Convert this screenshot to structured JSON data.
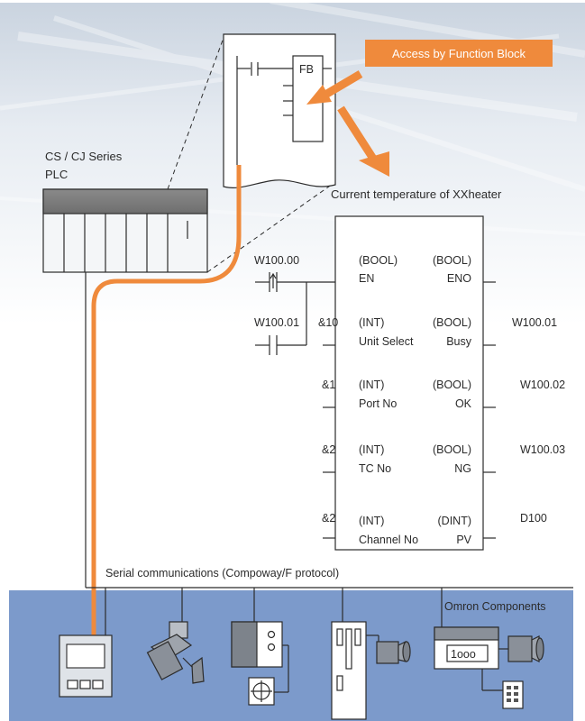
{
  "colors": {
    "accent": "#ef8a3c",
    "band": "#7c9acb",
    "panel": "#dfe3e8"
  },
  "callout": {
    "label": "Access by Function Block"
  },
  "plc": {
    "title_line1": "CS / CJ Series",
    "title_line2": "PLC",
    "fb_label": "FB"
  },
  "fb_block": {
    "title": "Current temperature of XXheater",
    "left_pins": [
      {
        "type": "(BOOL)",
        "name": "EN",
        "input": "W100.00"
      },
      {
        "type": "(INT)",
        "name": "Unit Select",
        "input": "&10"
      },
      {
        "type": "(INT)",
        "name": "Port No",
        "input": "&1"
      },
      {
        "type": "(INT)",
        "name": "TC No",
        "input": "&2"
      },
      {
        "type": "(INT)",
        "name": "Channel No",
        "input": "&2"
      }
    ],
    "right_pins": [
      {
        "type": "(BOOL)",
        "name": "ENO",
        "output": ""
      },
      {
        "type": "(BOOL)",
        "name": "Busy",
        "output": "W100.01"
      },
      {
        "type": "(BOOL)",
        "name": "OK",
        "output": "W100.02"
      },
      {
        "type": "(BOOL)",
        "name": "NG",
        "output": "W100.03"
      },
      {
        "type": "(DINT)",
        "name": "PV",
        "output": "D100"
      }
    ],
    "extra_contact": "W100.01"
  },
  "bus": {
    "label": "Serial communications (Compoway/F protocol)",
    "components_label": "Omron Components"
  },
  "device_panel": {
    "display_text": "1ooo"
  }
}
